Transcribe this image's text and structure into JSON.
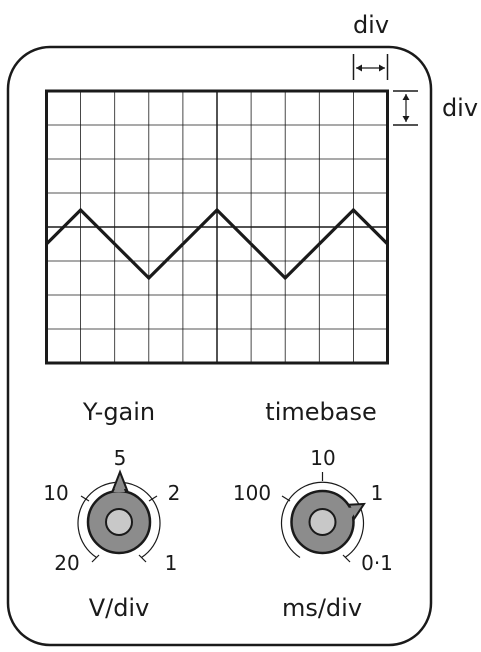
{
  "division_label_horizontal": "div",
  "division_label_vertical": "div",
  "screen": {
    "columns": 10,
    "rows": 8,
    "trace": {
      "shape": "triangle",
      "baseline_division": 3.5,
      "peak_to_peak_divisions": 2,
      "period_divisions": 4,
      "visible_divisions": 10
    }
  },
  "y_gain": {
    "title": "Y-gain",
    "units": "V/div",
    "options": [
      "20",
      "10",
      "5",
      "2",
      "1"
    ],
    "selected": "5"
  },
  "timebase": {
    "title": "timebase",
    "units": "ms/div",
    "options": [
      "100",
      "10",
      "1",
      "0·1"
    ],
    "selected": "1"
  },
  "colors": {
    "ink": "#1a1a1a",
    "knob_outer": "#8c8c8c",
    "knob_inner": "#c8c8c8",
    "panel": "#ffffff"
  }
}
